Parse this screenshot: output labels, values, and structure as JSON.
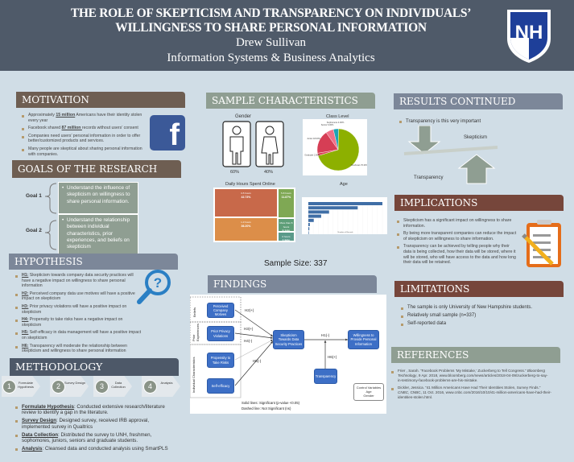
{
  "header": {
    "title_line1": "THE ROLE OF SKEPTICISM AND TRANSPARENCY ON INDIVIDUALS’",
    "title_line2": "WILLINGNESS TO SHARE PERSONAL INFORMATION",
    "author": "Drew Sullivan",
    "department": "Information Systems & Business Analytics",
    "logo_text": "NH"
  },
  "motivation": {
    "title": "MOTIVATION",
    "bullets": [
      {
        "pre": "Approximately ",
        "em": "15 million",
        "post": " Americans have their identity stolen every year"
      },
      {
        "pre": "Facebook shared ",
        "em": "87 million ",
        "post": " records without users’ consent"
      },
      {
        "pre": "Companies need users’ personal information in order to offer better/customized products and services.",
        "em": "",
        "post": ""
      },
      {
        "pre": "Many people are skeptical about sharing personal information with companies.",
        "em": "",
        "post": ""
      }
    ],
    "icon": "facebook-icon"
  },
  "goals": {
    "title": "GOALS OF THE RESEARCH",
    "items": [
      {
        "label": "Goal 1",
        "text": "Understand the influence of skepticism on willingness to share personal information."
      },
      {
        "label": "Goal 2",
        "text": "Understand the relationship between individual characteristics, prior experiences, and beliefs on skepticism"
      }
    ]
  },
  "hypothesis": {
    "title": "HYPOTHESIS",
    "items": [
      {
        "id": "H1:",
        "text": " Skepticism towards company data security practices will have a negative impact on willingness to share personal information"
      },
      {
        "id": "H2:",
        "text": "  Perceived company data use motives will have a positive impact on skepticism"
      },
      {
        "id": "H3:",
        "text": " Prior privacy violations will have a positive impact on skepticism"
      },
      {
        "id": "H4:",
        "text": " Propensity to take risks have a negative impact on skepticism"
      },
      {
        "id": "H5:",
        "text": " Self-efficacy in data management will have a positive impact on skepticism"
      },
      {
        "id": "H6:",
        "text": " Transparency will moderate the relationship between skepticism and willingness to share personal information"
      }
    ]
  },
  "methodology": {
    "title": "METHODOLOGY",
    "steps": [
      {
        "n": "1",
        "label": "Formulate Hypothesis"
      },
      {
        "n": "2",
        "label": "Survey Design"
      },
      {
        "n": "3",
        "label": "Data Collection"
      },
      {
        "n": "4",
        "label": "Analysis"
      }
    ],
    "bullets": [
      {
        "term": "Formulate Hypothesis",
        "text": ": Conducted extensive research/literature review to identify a gap in the literature."
      },
      {
        "term": "Survey Design",
        "text": ": Designed survey, received IRB approval, implemented survey in Qualtrics"
      },
      {
        "term": "Data Collection",
        "text": ": Distributed the survey to UNH, freshmen, sophomores, juniors, seniors and graduate students."
      },
      {
        "term": "Analysis",
        "text": ": Cleansed data and conducted analysis using SmartPLS"
      }
    ]
  },
  "sample": {
    "title": "SAMPLE CHARACTERISTICS",
    "gender_title": "Gender",
    "male_pct": "60%",
    "female_pct": "40%",
    "class_title": "Class Level",
    "hours_title": "Daily Hours Spent Online",
    "age_title": "Age",
    "sample_size": "Sample Size: 337"
  },
  "chart_data": [
    {
      "type": "pie",
      "title": "Class Level",
      "categories": [
        "Freshman",
        "Graduate",
        "Junior",
        "Senior",
        "Sophomore"
      ],
      "values": [
        70.0,
        2.0,
        18.0,
        6.0,
        4.0
      ],
      "colors": [
        "#8db000",
        "#d94357",
        "#d63e55",
        "#f07088",
        "#1ca3b6"
      ]
    },
    {
      "type": "treemap",
      "title": "Daily Hours Spent Online",
      "categories": [
        "3-5 hours",
        "1-3 hours",
        "5-8 hours",
        "More than 8 hours",
        "0 hours"
      ],
      "values": [
        42.73,
        36.2,
        11.87,
        5.34,
        3.86
      ],
      "colors": [
        "#c8694a",
        "#dc8e49",
        "#7fa854",
        "#5e9e78",
        "#5a9a8a"
      ]
    },
    {
      "type": "bar",
      "orientation": "horizontal",
      "title": "Age",
      "values": [
        150,
        100,
        42,
        26,
        11,
        3,
        2,
        1
      ],
      "xlim": [
        0,
        150
      ],
      "xticks": [
        0,
        10,
        20,
        30,
        40,
        50,
        60,
        70,
        80,
        90,
        100,
        110,
        120,
        130,
        140,
        150
      ],
      "xlabel": "Number of Records"
    }
  ],
  "findings": {
    "title": "FINDINGS",
    "groups": [
      "Beliefs",
      "Prior Experiences",
      "Individual Characteristics"
    ],
    "boxes": {
      "motives": "Perceived Company Motives",
      "privacy": "Prior Privacy Violations",
      "risk": "Propensity to Take Risks",
      "efficacy": "Self-efficacy",
      "skepticism": "Skepticism Towards Data Security Practices",
      "willingness": "Willingness to Provide Personal Information",
      "transparency": "Transparency"
    },
    "paths": {
      "h1": "H1(-)",
      "h2": "H2(+)",
      "h3": "H3(+)",
      "h4": "H4(-)",
      "h5": "H5(-)",
      "h6": "H6(+)"
    },
    "controls": {
      "title": "Control Variables",
      "items": [
        "Age",
        "Gender"
      ]
    },
    "legend_solid": "Solid lines: Significant (p-value <0.05)",
    "legend_dashed": "Dashed line: Not Significant (ns)"
  },
  "results": {
    "title": "RESULTS CONTINUED",
    "bullet": "Transparency is this very important",
    "skepticism": "Skepticism",
    "transparency": "Transparency"
  },
  "implications": {
    "title": "IMPLICATIONS",
    "bullets": [
      "Skepticism has a significant  impact on willingness to share information.",
      "By being more transparent companies can reduce the impact of skepticism on willingness to share information.",
      "Transparency can be achieved by telling people why their data is being collected, how their data will be stored, where it will be stored, who will have access to the data and how long their data  will be retained."
    ]
  },
  "limitations": {
    "title": "LIMITATIONS",
    "bullets": [
      "The sample is only University of New Hampshire students.",
      "Relatively small sample (n=337)",
      "Self-reported data"
    ]
  },
  "references": {
    "title": "REFERENCES",
    "items": [
      {
        "a": "Frier , Sarah. “Facebook Problems ‘My Mistake,’ Zuckerberg to Tell Congress.” ",
        "i": "Bloomberg Technology",
        "b": ", 9 Apr. 2018, ",
        "link": "www.bloomberg.com/news/articles/2018-04-09/zuckerberg-to-say-in-testimony-facebook-problems-are-his-mistake",
        "c": "."
      },
      {
        "a": "Dickler, Jessica. “41 Million Americans Have Had Their Identities Stolen, Survey Finds.” ",
        "i": "CNBC",
        "b": ", CNBC, 11 Oct. 2016, ",
        "link": "",
        "c": "www.cnbc.com/2016/10/10/41-million-americans-have-had-their-identities-stolen.html."
      }
    ]
  }
}
